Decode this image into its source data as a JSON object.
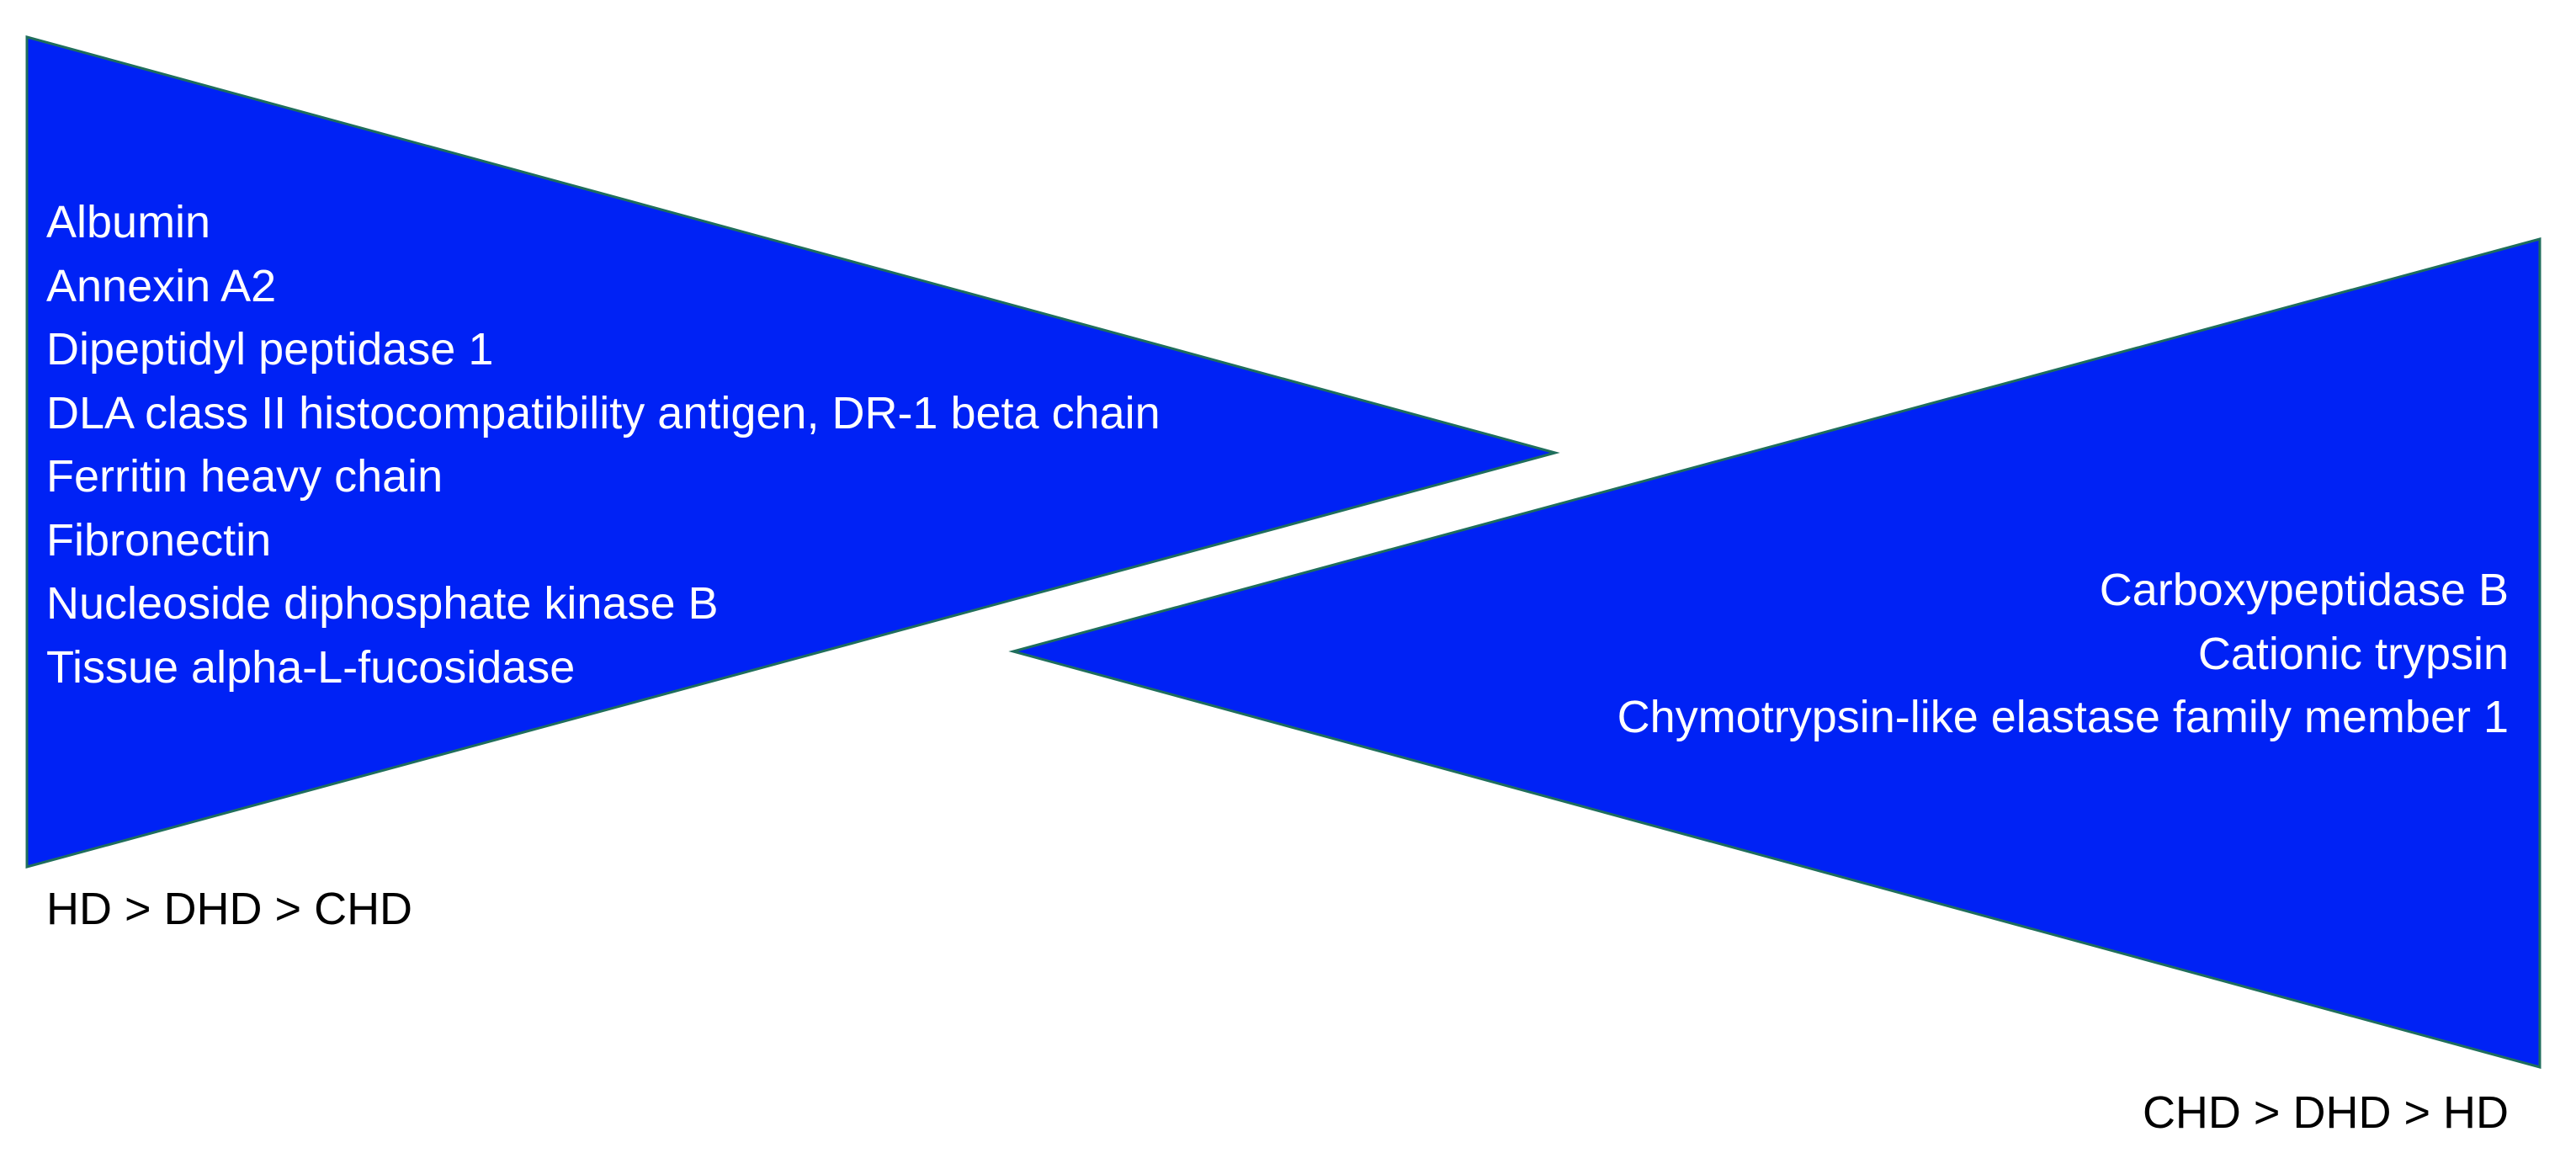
{
  "colors": {
    "triangle_fill": "#0022f5",
    "triangle_outline": "#1f6e5c",
    "list_text": "#ffffff",
    "caption_text": "#000000",
    "background": "#ffffff"
  },
  "left_group": {
    "proteins": [
      "Albumin",
      "Annexin A2",
      "Dipeptidyl peptidase 1",
      "DLA class II histocompatibility antigen, DR-1 beta chain",
      "Ferritin heavy chain",
      "Fibronectin",
      "Nucleoside diphosphate kinase B",
      "Tissue alpha-L-fucosidase"
    ],
    "caption": "HD > DHD > CHD"
  },
  "right_group": {
    "proteins": [
      "Carboxypeptidase B",
      "Cationic trypsin",
      "Chymotrypsin-like elastase family member 1"
    ],
    "caption": "CHD > DHD > HD"
  }
}
